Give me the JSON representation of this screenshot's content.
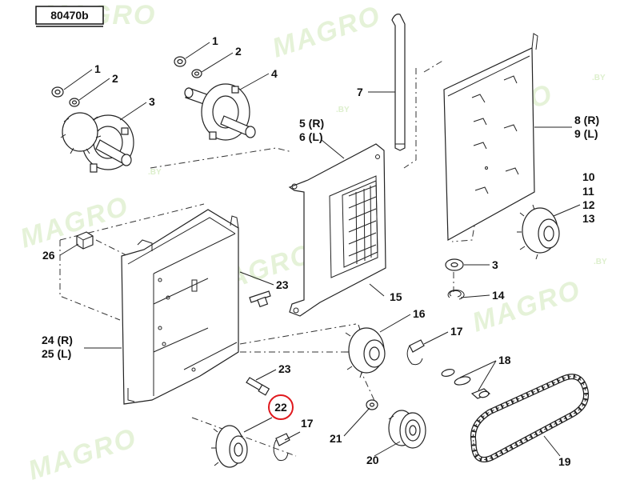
{
  "diagram": {
    "reference_code": "80470b",
    "highlighted_callout": "22",
    "highlight_color": "#e0191e",
    "watermark_color": "#cfe8b8",
    "watermark": {
      "brand": "MAGRO",
      "suffix": ".BY"
    },
    "callouts": [
      {
        "id": "c1a",
        "text": "1"
      },
      {
        "id": "c2a",
        "text": "2"
      },
      {
        "id": "c3a",
        "text": "3"
      },
      {
        "id": "c1b",
        "text": "1"
      },
      {
        "id": "c2b",
        "text": "2"
      },
      {
        "id": "c4",
        "text": "4"
      },
      {
        "id": "c7",
        "text": "7"
      },
      {
        "id": "c5",
        "text": "5 (R)"
      },
      {
        "id": "c6",
        "text": "6 (L)"
      },
      {
        "id": "c8",
        "text": "8 (R)"
      },
      {
        "id": "c9",
        "text": "9 (L)"
      },
      {
        "id": "c10",
        "text": "10"
      },
      {
        "id": "c11",
        "text": "11"
      },
      {
        "id": "c12",
        "text": "12"
      },
      {
        "id": "c13",
        "text": "13"
      },
      {
        "id": "c3b",
        "text": "3"
      },
      {
        "id": "c14",
        "text": "14"
      },
      {
        "id": "c26",
        "text": "26"
      },
      {
        "id": "c23a",
        "text": "23"
      },
      {
        "id": "c15",
        "text": "15"
      },
      {
        "id": "c16",
        "text": "16"
      },
      {
        "id": "c17a",
        "text": "17"
      },
      {
        "id": "c18",
        "text": "18"
      },
      {
        "id": "c24",
        "text": "24 (R)"
      },
      {
        "id": "c25",
        "text": "25 (L)"
      },
      {
        "id": "c23b",
        "text": "23"
      },
      {
        "id": "c22",
        "text": "22"
      },
      {
        "id": "c17b",
        "text": "17"
      },
      {
        "id": "c21",
        "text": "21"
      },
      {
        "id": "c20",
        "text": "20"
      },
      {
        "id": "c19",
        "text": "19"
      }
    ]
  }
}
